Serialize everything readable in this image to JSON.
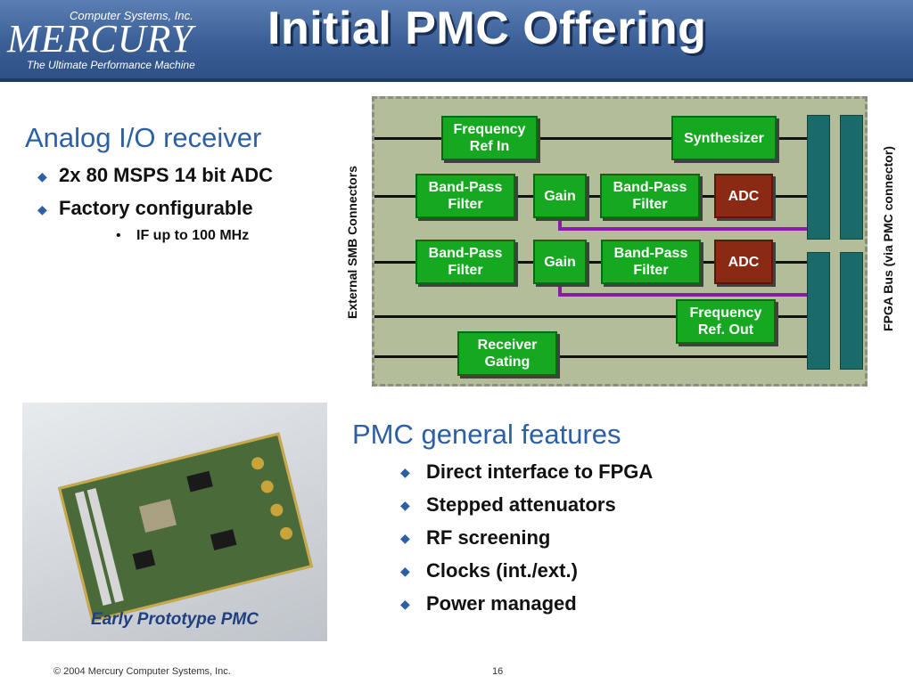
{
  "header": {
    "logo_top": "Computer Systems, Inc.",
    "logo_main": "MERCURY",
    "logo_tagline": "The Ultimate Performance Machine",
    "title": "Initial PMC Offering"
  },
  "left_section": {
    "heading": "Analog I/O receiver",
    "bullets": [
      "2x 80 MSPS 14 bit ADC",
      "Factory configurable"
    ],
    "sub_bullets": [
      "IF up to 100 MHz"
    ]
  },
  "diagram": {
    "left_label": "External SMB Connectors",
    "right_label": "FPGA Bus (via PMC connector)",
    "blocks": {
      "freq_ref_in": "Frequency\nRef In",
      "synthesizer": "Synthesizer",
      "bpf1": "Band-Pass\nFilter",
      "gain1": "Gain",
      "bpf2": "Band-Pass\nFilter",
      "adc1": "ADC",
      "bpf3": "Band-Pass\nFilter",
      "gain2": "Gain",
      "bpf4": "Band-Pass\nFilter",
      "adc2": "ADC",
      "freq_ref_out": "Frequency\nRef. Out",
      "receiver_gating": "Receiver\nGating"
    }
  },
  "photo": {
    "caption": "Early Prototype PMC"
  },
  "right_section": {
    "heading": "PMC general features",
    "bullets": [
      "Direct interface to FPGA",
      "Stepped attenuators",
      "RF screening",
      "Clocks (int./ext.)",
      "Power managed"
    ]
  },
  "footer": {
    "copyright": "© 2004 Mercury Computer Systems, Inc.",
    "page_number": "16"
  },
  "icons": {
    "bullet": "diamond-bullet-icon",
    "sub_bullet": "dot-bullet-icon"
  },
  "colors": {
    "header": "#3a5f96",
    "heading": "#2d5fa5",
    "block_green": "#17a822",
    "block_adc": "#8a2a14",
    "fpga_bus": "#1a6a6a",
    "purple_link": "#8a1aa8"
  }
}
